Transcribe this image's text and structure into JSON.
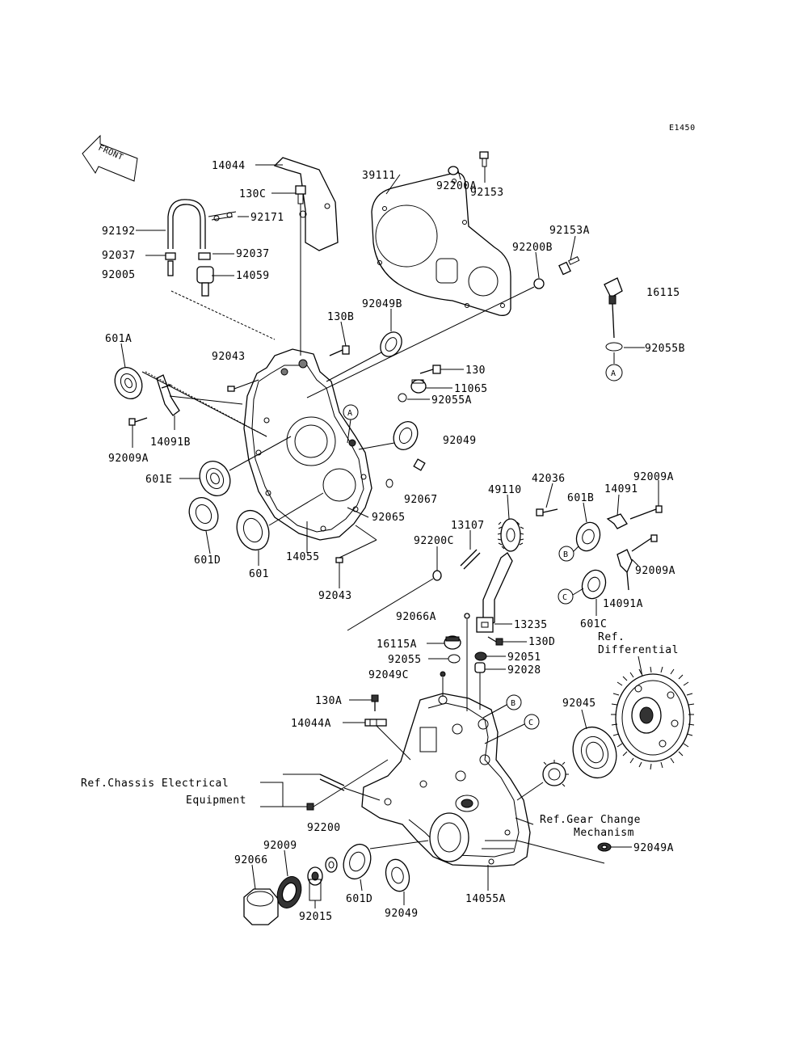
{
  "diagram_id": "E1450",
  "front_label": "FRONT",
  "parts": {
    "p14044": "14044",
    "p130C": "130C",
    "p39111": "39111",
    "p92153": "92153",
    "p92200A": "92200A",
    "p92192": "92192",
    "p92171": "92171",
    "p92037a": "92037",
    "p92037b": "92037",
    "p92005": "92005",
    "p14059": "14059",
    "p92153A": "92153A",
    "p92200B": "92200B",
    "p16115": "16115",
    "p92055B": "92055B",
    "p130B": "130B",
    "p92049B": "92049B",
    "p601A": "601A",
    "p92043a": "92043",
    "p130": "130",
    "p11065": "11065",
    "p92055A": "92055A",
    "p92049a": "92049",
    "p92009A_a": "92009A",
    "p14091B": "14091B",
    "p601E": "601E",
    "p92067": "92067",
    "p92065": "92065",
    "p601D_a": "601D",
    "p601": "601",
    "p14055": "14055",
    "p92043b": "92043",
    "p42036": "42036",
    "p49110": "49110",
    "p14091": "14091",
    "p92009A_b": "92009A",
    "p601B": "601B",
    "p13107": "13107",
    "p92200C": "92200C",
    "p92009A_c": "92009A",
    "p14091A": "14091A",
    "p601C": "601C",
    "p92066A": "92066A",
    "p13235": "13235",
    "p16115A": "16115A",
    "p130D": "130D",
    "p92055": "92055",
    "p92051": "92051",
    "p92028": "92028",
    "p92049C": "92049C",
    "p130A": "130A",
    "p14044A": "14044A",
    "p92045": "92045",
    "p92200": "92200",
    "p92009": "92009",
    "p92066": "92066",
    "p92015": "92015",
    "p601D_b": "601D",
    "p92049b": "92049",
    "p14055A": "14055A",
    "p92049A": "92049A"
  },
  "refs": {
    "differential_1": "Ref.",
    "differential_2": "Differential",
    "chassis_1": "Ref.Chassis Electrical",
    "chassis_2": "Equipment",
    "gear_1": "Ref.Gear Change",
    "gear_2": "Mechanism"
  },
  "markers": {
    "A": "A",
    "B": "B",
    "C": "C"
  }
}
